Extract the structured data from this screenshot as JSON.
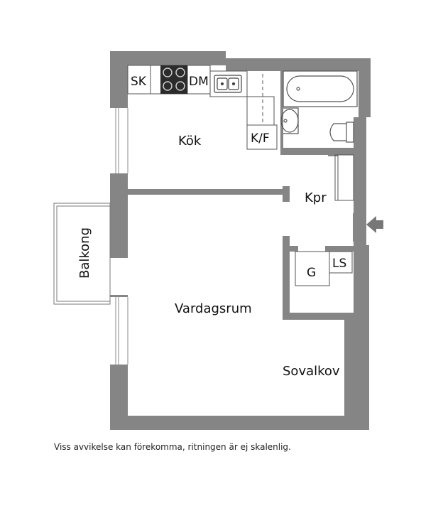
{
  "rooms": {
    "kitchen": "Kök",
    "hall": "Kpr",
    "living": "Vardagsrum",
    "bedroom": "Sovalkov",
    "balcony": "Balkong"
  },
  "fixtures": {
    "wardrobe": "SK",
    "dishwasher": "DM",
    "fridge": "K/F",
    "closet": "G",
    "linen": "LS"
  },
  "disclaimer": "Viss avvikelse kan förekomma, ritningen är ej skalenlig.",
  "colors": {
    "wall": "#858585",
    "wall_edge": "#6e6e6e",
    "fixture_line": "#555555",
    "stove": "#2b2b2b"
  }
}
